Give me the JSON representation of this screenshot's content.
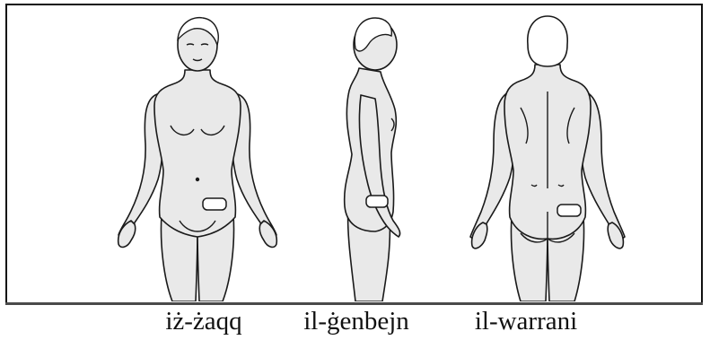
{
  "views": [
    {
      "id": "front",
      "label": "iż-żaqq"
    },
    {
      "id": "side",
      "label": "il-ġenbejn"
    },
    {
      "id": "back",
      "label": "il-warrani"
    }
  ],
  "colors": {
    "skin": "#e9e9e9",
    "outline": "#1a1a1a",
    "patch": "#ffffff",
    "frame": "#111111"
  },
  "icons": [
    "body-front-figure",
    "body-side-figure",
    "body-back-figure",
    "patch-marker"
  ]
}
